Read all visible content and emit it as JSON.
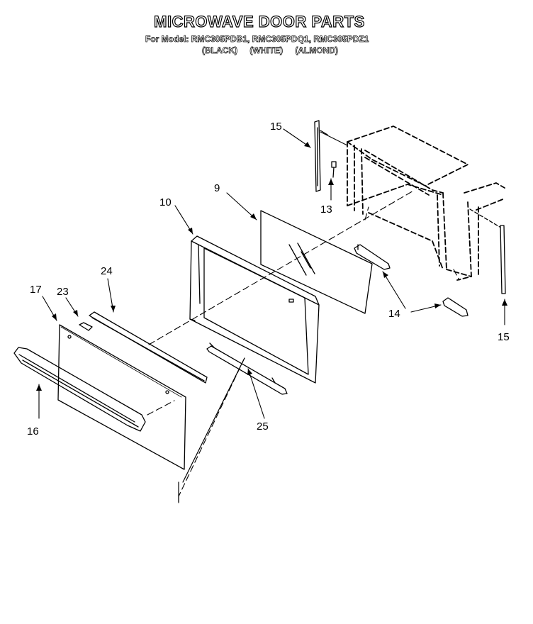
{
  "header": {
    "title": "MICROWAVE DOOR PARTS",
    "models": "For Model: RMC305PDB1, RMC305PDQ1, RMC305PDZ1",
    "colors": [
      "(BLACK)",
      "(WHITE)",
      "(ALMOND)"
    ]
  },
  "callouts": {
    "p9": "9",
    "p10": "10",
    "p13": "13",
    "p14": "14",
    "p15a": "15",
    "p15b": "15",
    "p16": "16",
    "p17": "17",
    "p23": "23",
    "p24": "24",
    "p25": "25"
  }
}
